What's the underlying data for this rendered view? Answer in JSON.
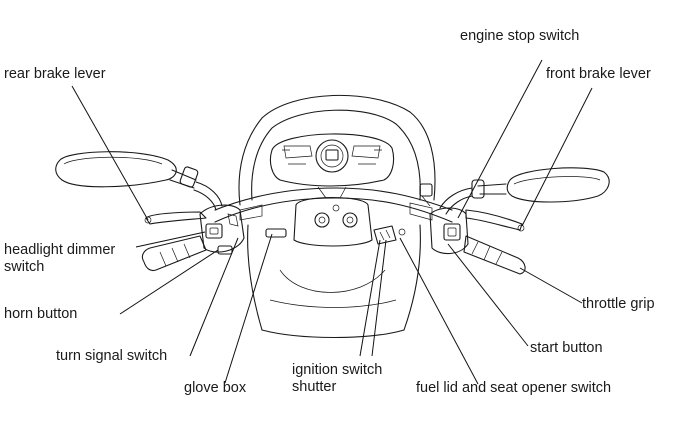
{
  "labels": {
    "engine_stop_switch": "engine stop switch",
    "rear_brake_lever": "rear brake lever",
    "front_brake_lever": "front brake lever",
    "headlight_dimmer_switch_l1": "headlight dimmer",
    "headlight_dimmer_switch_l2": "switch",
    "horn_button": "horn button",
    "throttle_grip": "throttle grip",
    "turn_signal_switch": "turn signal switch",
    "start_button": "start button",
    "glove_box": "glove box",
    "ignition_switch_shutter_l1": "ignition switch",
    "ignition_switch_shutter_l2": "shutter",
    "fuel_lid_and_seat_opener_switch": "fuel lid and seat opener switch"
  }
}
